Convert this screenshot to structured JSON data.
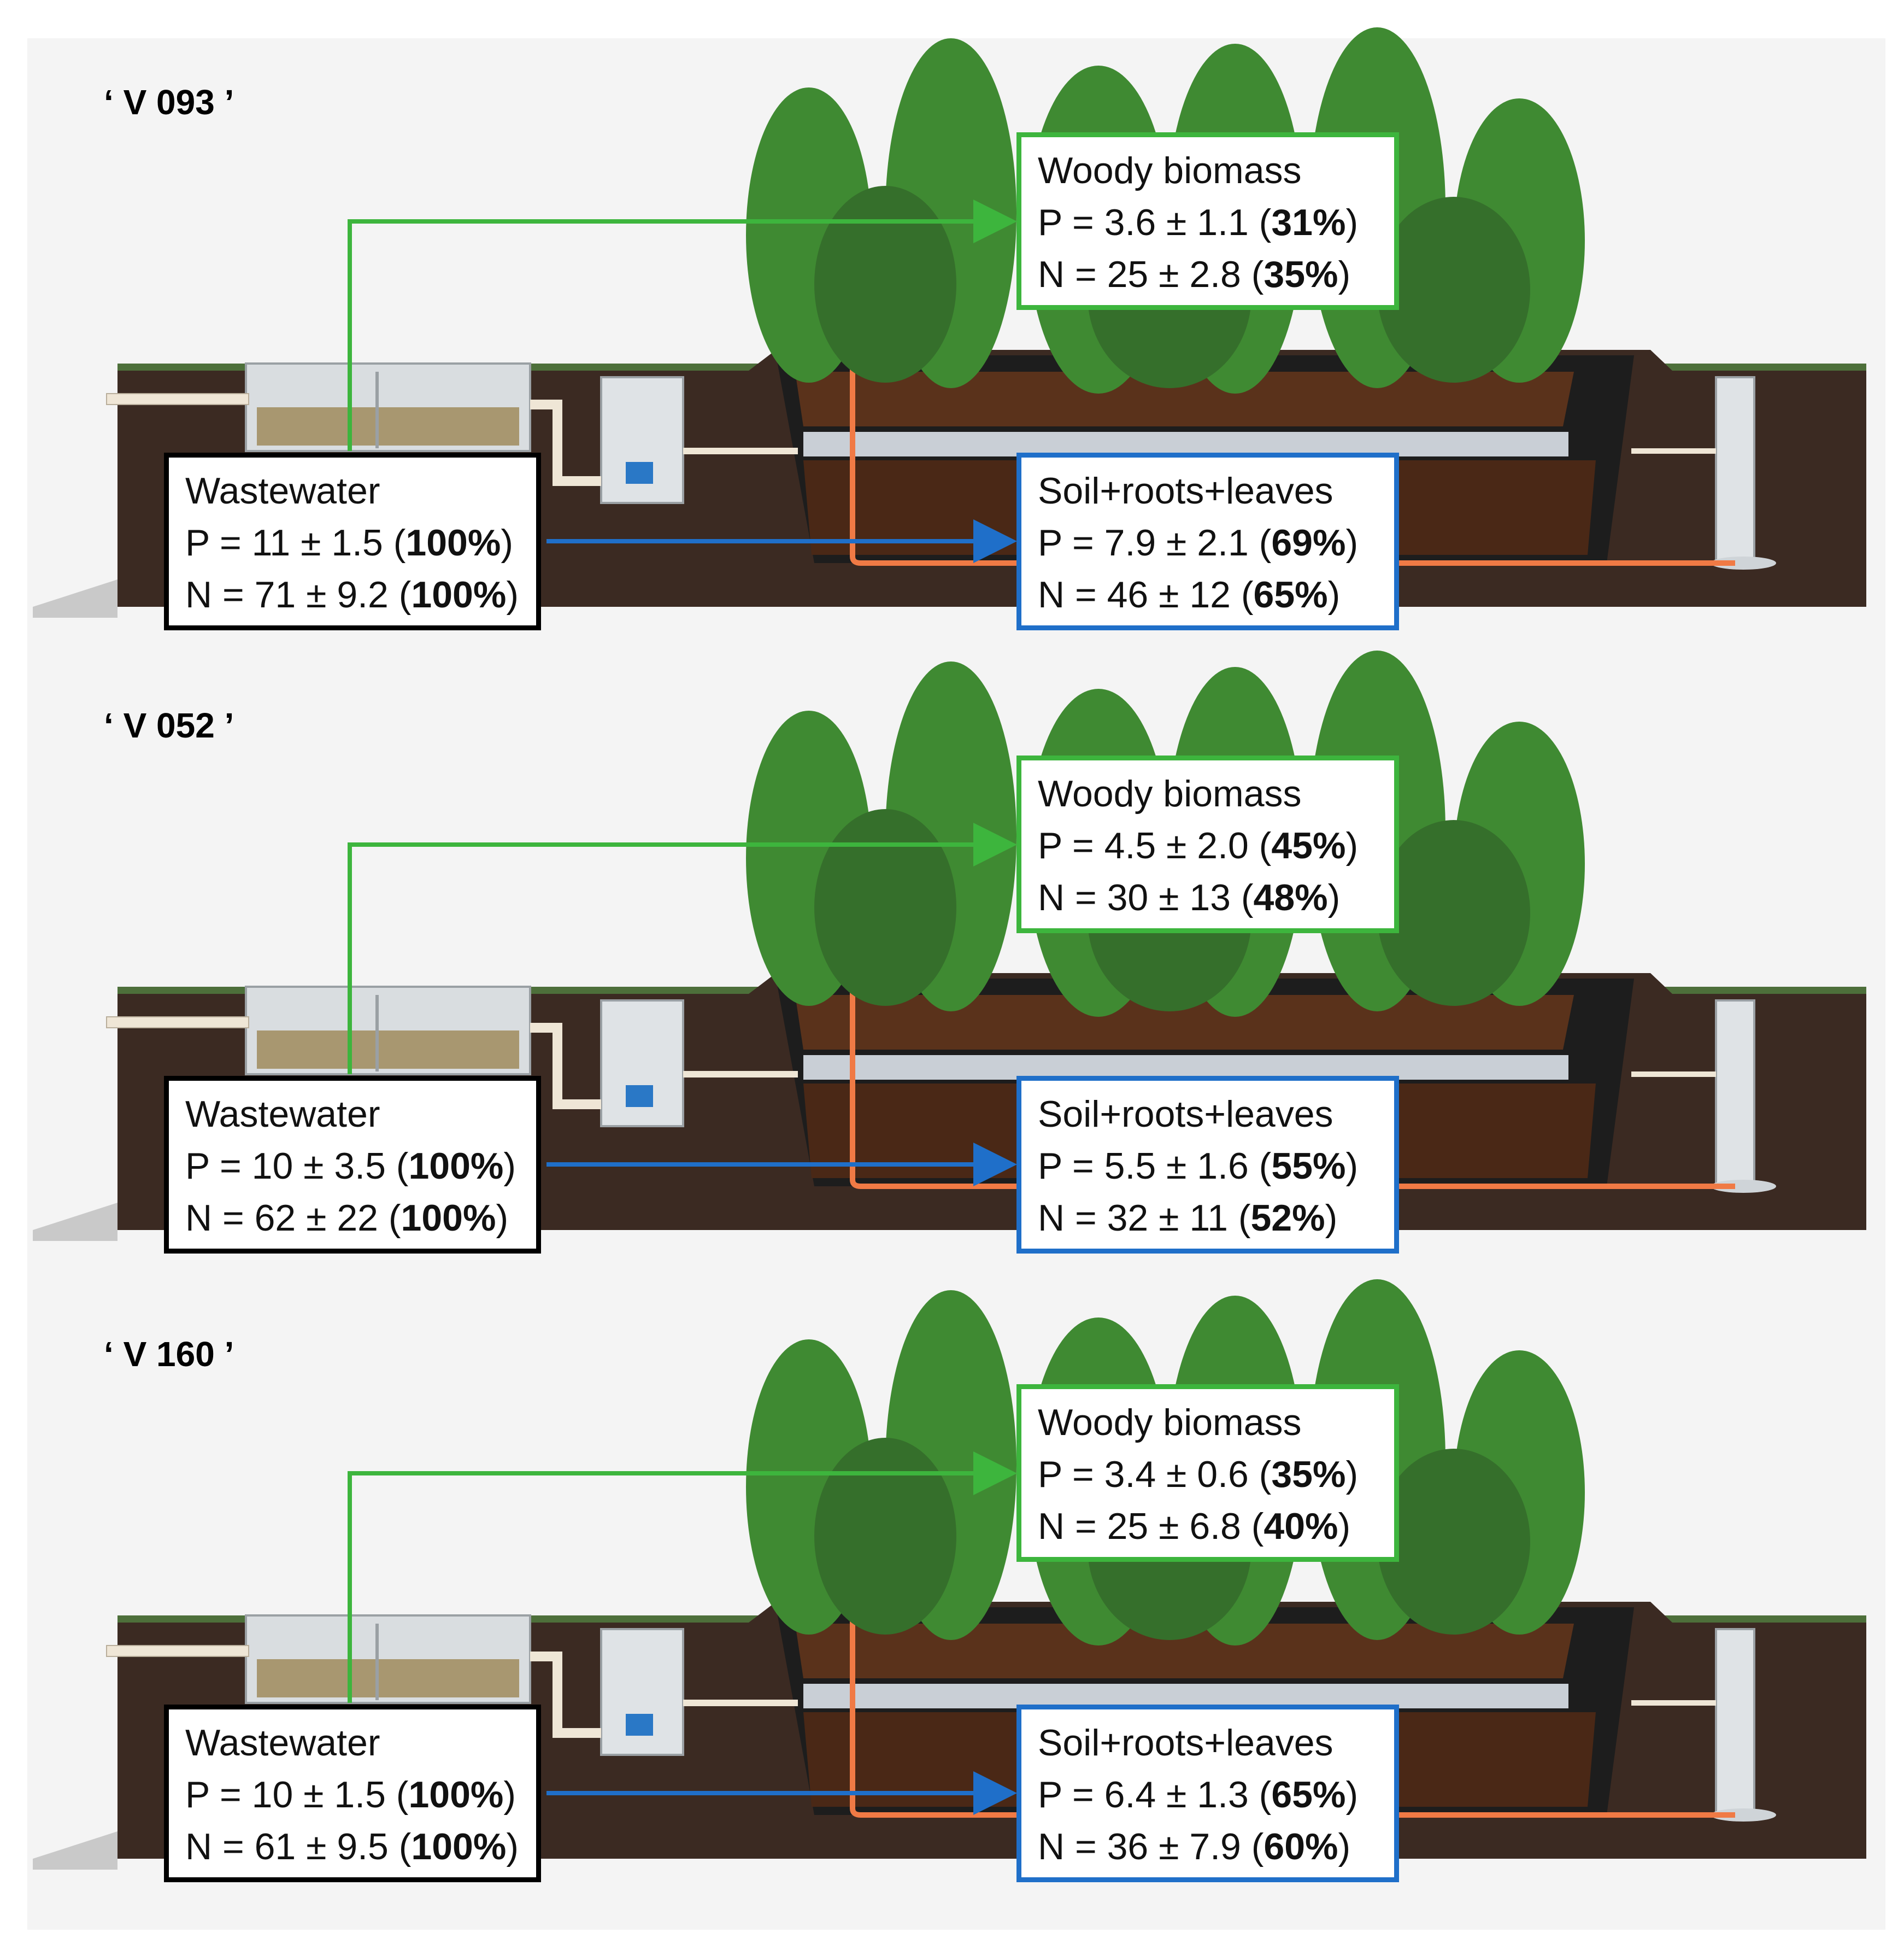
{
  "panels": [
    {
      "cultivar": "‘ V 093 ’",
      "wastewater": {
        "title": "Wastewater",
        "p_value": "P = 11 ± 1.5 (",
        "p_pct": "100%",
        "n_value": "N = 71 ± 9.2 (",
        "n_pct": "100%"
      },
      "woody": {
        "title": "Woody biomass",
        "p_value": "P = 3.6 ± 1.1 (",
        "p_pct": "31%",
        "n_value": "N = 25 ± 2.8 (",
        "n_pct": "35%"
      },
      "soil": {
        "title": "Soil+roots+leaves",
        "p_value": "P = 7.9 ± 2.1 (",
        "p_pct": "69%",
        "n_value": "N = 46 ± 12 (",
        "n_pct": "65%"
      }
    },
    {
      "cultivar": "‘ V 052 ’",
      "wastewater": {
        "title": "Wastewater",
        "p_value": "P = 10 ± 3.5 (",
        "p_pct": "100%",
        "n_value": "N = 62 ± 22 (",
        "n_pct": "100%"
      },
      "woody": {
        "title": "Woody biomass",
        "p_value": "P = 4.5 ± 2.0 (",
        "p_pct": "45%",
        "n_value": "N = 30 ± 13 (",
        "n_pct": "48%"
      },
      "soil": {
        "title": "Soil+roots+leaves",
        "p_value": "P = 5.5 ± 1.6 (",
        "p_pct": "55%",
        "n_value": "N = 32 ± 11 (",
        "n_pct": "52%"
      }
    },
    {
      "cultivar": "‘ V 160 ’",
      "wastewater": {
        "title": "Wastewater",
        "p_value": "P = 10 ± 1.5 (",
        "p_pct": "100%",
        "n_value": "N = 61 ± 9.5 (",
        "n_pct": "100%"
      },
      "woody": {
        "title": "Woody biomass",
        "p_value": "P = 3.4 ± 0.6 (",
        "p_pct": "35%",
        "n_value": "N = 25 ± 6.8 (",
        "n_pct": "40%"
      },
      "soil": {
        "title": "Soil+roots+leaves",
        "p_value": "P = 6.4 ± 1.3 (",
        "p_pct": "65%",
        "n_value": "N = 36 ± 7.9 (",
        "n_pct": "60%"
      }
    }
  ],
  "colors": {
    "to_woody_arrow": "#3db53d",
    "to_soil_arrow": "#1f6fc9",
    "wastewater_box_border": "#000000",
    "drain_pipe": "#f07a45",
    "soil_dark": "#3b2a22",
    "substrate_brown": "#5a321b",
    "foliage": "#3f8a32"
  },
  "icons": [
    "septic-tank-icon",
    "pump-shaft-icon",
    "willow-tree-icon",
    "drain-pipe-icon",
    "outlet-shaft-icon"
  ]
}
